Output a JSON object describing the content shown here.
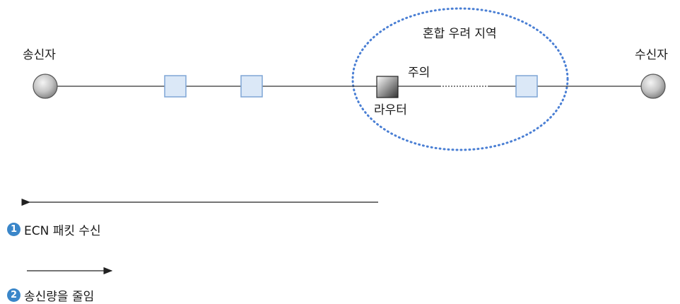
{
  "nodes": {
    "sender_label": "송신자",
    "receiver_label": "수신자",
    "router_label": "라우터",
    "warning_label": "주의",
    "congestion_label": "혼합 우려 지역"
  },
  "steps": [
    {
      "number": "1",
      "text": "ECN 패킷 수신"
    },
    {
      "number": "2",
      "text": "송신량을 줄임"
    }
  ],
  "colors": {
    "packet_fill": "#dbe8f7",
    "packet_border": "#7fa6d6",
    "congestion_border": "#4a7fd4",
    "step_badge": "#3a86c9",
    "line": "#333333"
  }
}
